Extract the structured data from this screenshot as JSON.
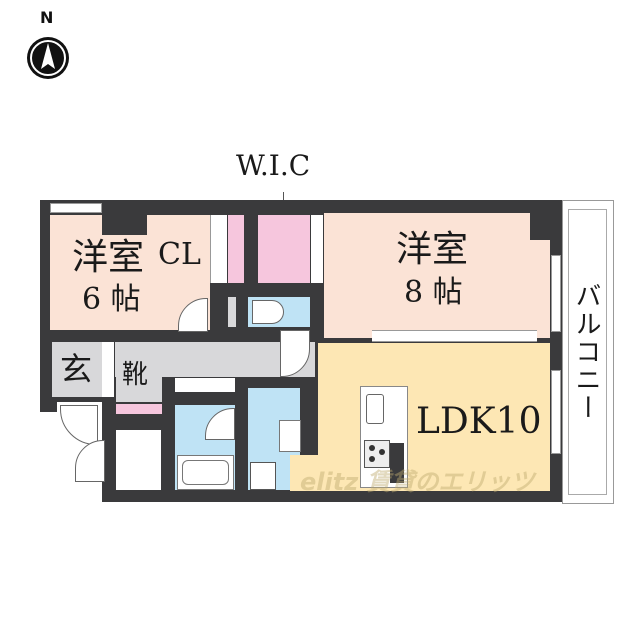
{
  "compass": {
    "label": "N",
    "icon": "north-arrow-icon"
  },
  "rooms": {
    "western_6": {
      "name": "洋室",
      "size": "6 帖",
      "color": "#fbe3d6"
    },
    "closet": {
      "name": "CL",
      "color": "#f6c6dd"
    },
    "wic": {
      "name": "W.I.C",
      "color": "#f6c6dd"
    },
    "western_8": {
      "name": "洋室",
      "size": "8 帖",
      "color": "#fbe3d6"
    },
    "ldk": {
      "name": "LDK10",
      "color": "#fde7b4"
    },
    "entrance": {
      "name": "玄",
      "color": "#d8d8da"
    },
    "shoe_box": {
      "name": "靴",
      "color": "#d8d8da"
    },
    "hallway": {
      "color": "#d8d8da"
    },
    "toilet": {
      "color": "#bfe3f5"
    },
    "bath": {
      "color": "#bfe3f5"
    },
    "washroom": {
      "color": "#bfe3f5"
    }
  },
  "balcony": {
    "label": "バルコニー"
  },
  "watermark": {
    "text": "elitz 賃貸のエリッツ"
  },
  "colors": {
    "wall": "#3a3a3c",
    "western": "#fbe3d6",
    "ldk": "#fde7b4",
    "wet": "#bfe3f5",
    "storage": "#f6c6dd",
    "hall": "#d8d8da"
  }
}
